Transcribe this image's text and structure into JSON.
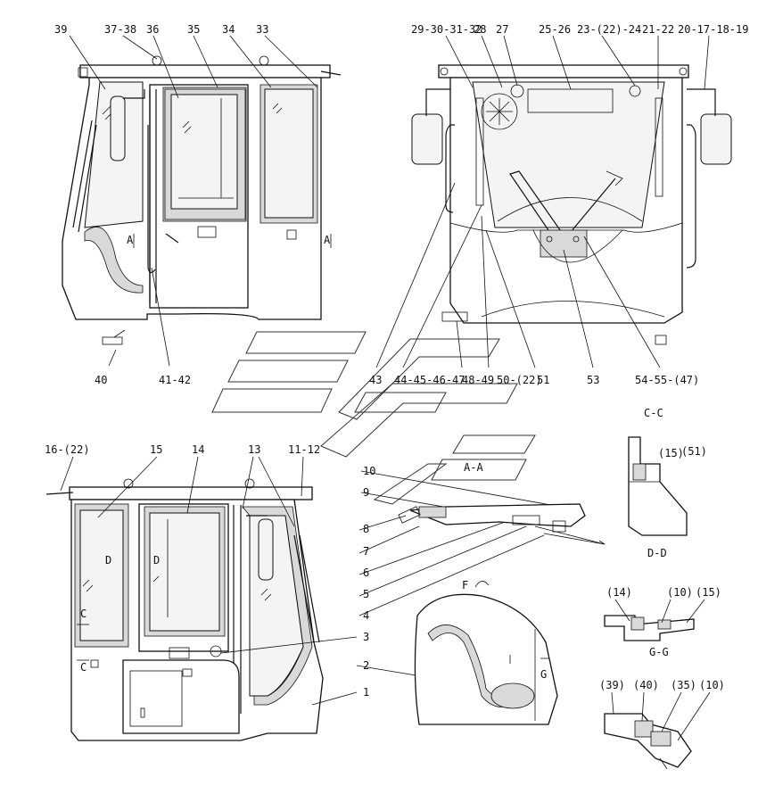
{
  "labels": {
    "top_left": {
      "l39": "39",
      "l37_38": "37-38",
      "l36": "36",
      "l35": "35",
      "l34": "34",
      "l33": "33",
      "l40": "40",
      "l41_42": "41-42",
      "a1": "A",
      "a2": "A"
    },
    "top_right": {
      "l29_32": "29-30-31-32",
      "l28": "28",
      "l27": "27",
      "l25_26": "25-26",
      "l23_24": "23-(22)-24",
      "l21_22": "21-22",
      "l20_19": "20-17-18-19",
      "l43": "43",
      "l44_47": "44-45-46-47",
      "l48_49": "48-49",
      "l50": "50-(22)",
      "l51": "51",
      "l53": "53",
      "l54_55": "54-55-(47)"
    },
    "bottom_left": {
      "l16": "16-(22)",
      "l15": "15",
      "l14": "14",
      "l13": "13",
      "l11_12": "11-12",
      "l10": "10",
      "l9": "9",
      "l8": "8",
      "l7": "7",
      "l6": "6",
      "l5": "5",
      "l4": "4",
      "l3": "3",
      "l2": "2",
      "l1": "1",
      "d1": "D",
      "d2": "D",
      "c1": "C",
      "c2": "C"
    },
    "sections": {
      "cc": "C-C",
      "aa": "A-A",
      "dd": "D-D",
      "gg": "G-G",
      "f": "F",
      "g": "G",
      "s15a": "(15)",
      "s51": "(51)",
      "s14": "(14)",
      "s10a": "(10)",
      "s15b": "(15)",
      "s39": "(39)",
      "s40": "(40)",
      "s35": "(35)",
      "s10b": "(10)"
    }
  },
  "colors": {
    "line": "#111111",
    "seal": "#d9d9d9",
    "glass": "#f4f4f4",
    "background": "#ffffff"
  }
}
